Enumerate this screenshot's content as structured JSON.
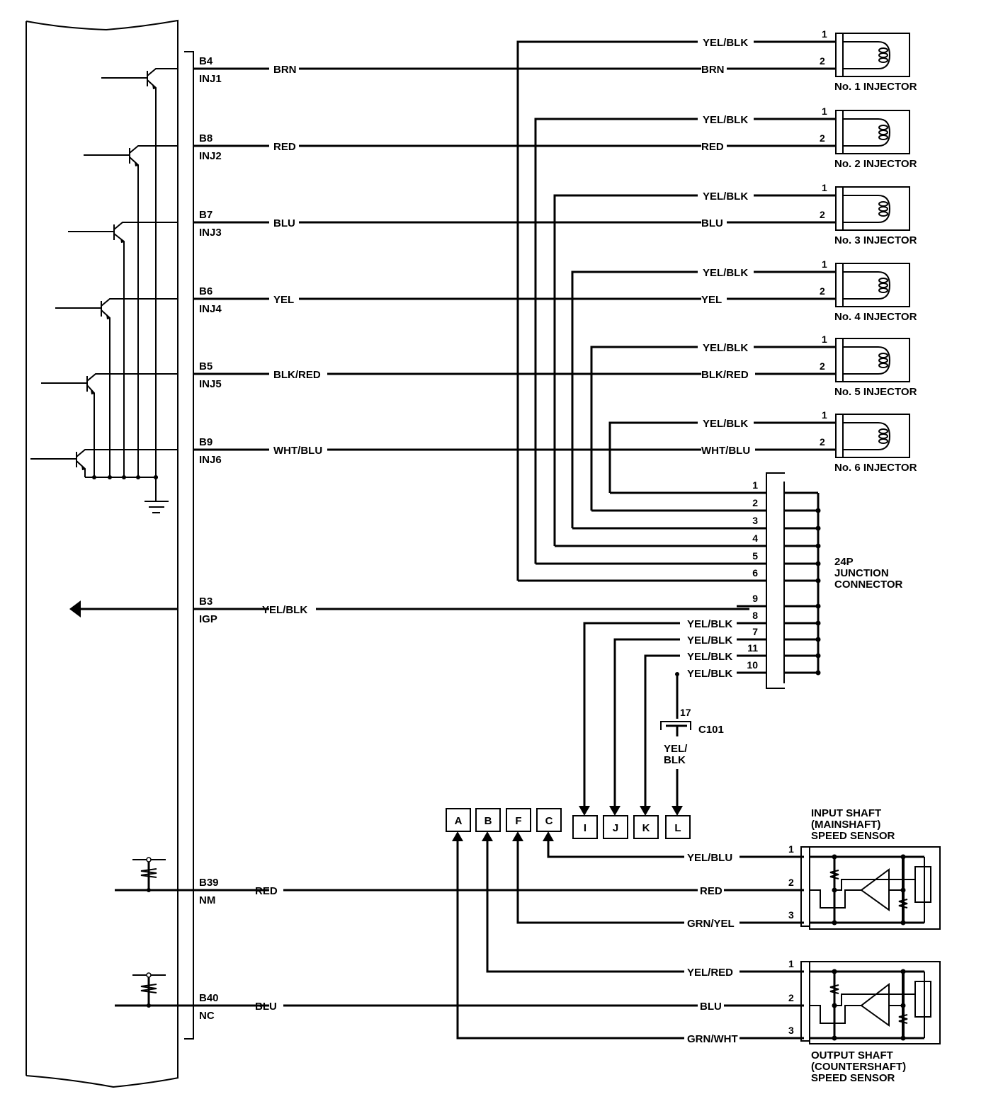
{
  "ecm_terminals": [
    {
      "pin": "B4",
      "signal": "INJ1",
      "wire": "BRN"
    },
    {
      "pin": "B8",
      "signal": "INJ2",
      "wire": "RED"
    },
    {
      "pin": "B7",
      "signal": "INJ3",
      "wire": "BLU"
    },
    {
      "pin": "B6",
      "signal": "INJ4",
      "wire": "YEL"
    },
    {
      "pin": "B5",
      "signal": "INJ5",
      "wire": "BLK/RED"
    },
    {
      "pin": "B9",
      "signal": "INJ6",
      "wire": "WHT/BLU"
    },
    {
      "pin": "B3",
      "signal": "IGP",
      "wire": "YEL/BLK"
    },
    {
      "pin": "B39",
      "signal": "NM",
      "wire": "RED"
    },
    {
      "pin": "B40",
      "signal": "NC",
      "wire": "BLU"
    }
  ],
  "injectors": [
    {
      "name": "No. 1 INJECTOR",
      "pin1": "1",
      "pin2": "2",
      "wire1": "YEL/BLK",
      "wire2": "BRN",
      "junction_pin": "6"
    },
    {
      "name": "No. 2 INJECTOR",
      "pin1": "1",
      "pin2": "2",
      "wire1": "YEL/BLK",
      "wire2": "RED",
      "junction_pin": "5"
    },
    {
      "name": "No. 3 INJECTOR",
      "pin1": "1",
      "pin2": "2",
      "wire1": "YEL/BLK",
      "wire2": "BLU",
      "junction_pin": "4"
    },
    {
      "name": "No. 4 INJECTOR",
      "pin1": "1",
      "pin2": "2",
      "wire1": "YEL/BLK",
      "wire2": "YEL",
      "junction_pin": "3"
    },
    {
      "name": "No. 5 INJECTOR",
      "pin1": "1",
      "pin2": "2",
      "wire1": "YEL/BLK",
      "wire2": "BLK/RED",
      "junction_pin": "2"
    },
    {
      "name": "No. 6 INJECTOR",
      "pin1": "1",
      "pin2": "2",
      "wire1": "YEL/BLK",
      "wire2": "WHT/BLU",
      "junction_pin": "1"
    }
  ],
  "junction_connector": {
    "title_lines": [
      "24P",
      "JUNCTION",
      "CONNECTOR"
    ],
    "pins": [
      "1",
      "2",
      "3",
      "4",
      "5",
      "6",
      "9",
      "8",
      "7",
      "11",
      "10"
    ],
    "lower_wires": [
      {
        "pin": "8",
        "wire": "YEL/BLK",
        "to": "I"
      },
      {
        "pin": "7",
        "wire": "YEL/BLK",
        "to": "J"
      },
      {
        "pin": "11",
        "wire": "YEL/BLK",
        "to": "K"
      },
      {
        "pin": "10",
        "wire": "YEL/BLK",
        "to": "L"
      }
    ]
  },
  "c101": {
    "name": "C101",
    "pin": "17",
    "wire_lines": [
      "YEL/",
      "BLK"
    ]
  },
  "offpage_refs_out": [
    "A",
    "B",
    "F",
    "C"
  ],
  "offpage_refs_in": [
    "I",
    "J",
    "K",
    "L"
  ],
  "input_sensor": {
    "title_lines": [
      "INPUT SHAFT",
      "(MAINSHAFT)",
      "SPEED SENSOR"
    ],
    "pins": [
      {
        "pin": "1",
        "wire": "YEL/BLU",
        "ref": "C"
      },
      {
        "pin": "2",
        "wire": "RED",
        "ref": "B39"
      },
      {
        "pin": "3",
        "wire": "GRN/YEL",
        "ref": "F"
      }
    ]
  },
  "output_sensor": {
    "title_lines": [
      "OUTPUT SHAFT",
      "(COUNTERSHAFT)",
      "SPEED SENSOR"
    ],
    "pins": [
      {
        "pin": "1",
        "wire": "YEL/RED",
        "ref": "B"
      },
      {
        "pin": "2",
        "wire": "BLU",
        "ref": "B40"
      },
      {
        "pin": "3",
        "wire": "GRN/WHT",
        "ref": "A"
      }
    ]
  }
}
